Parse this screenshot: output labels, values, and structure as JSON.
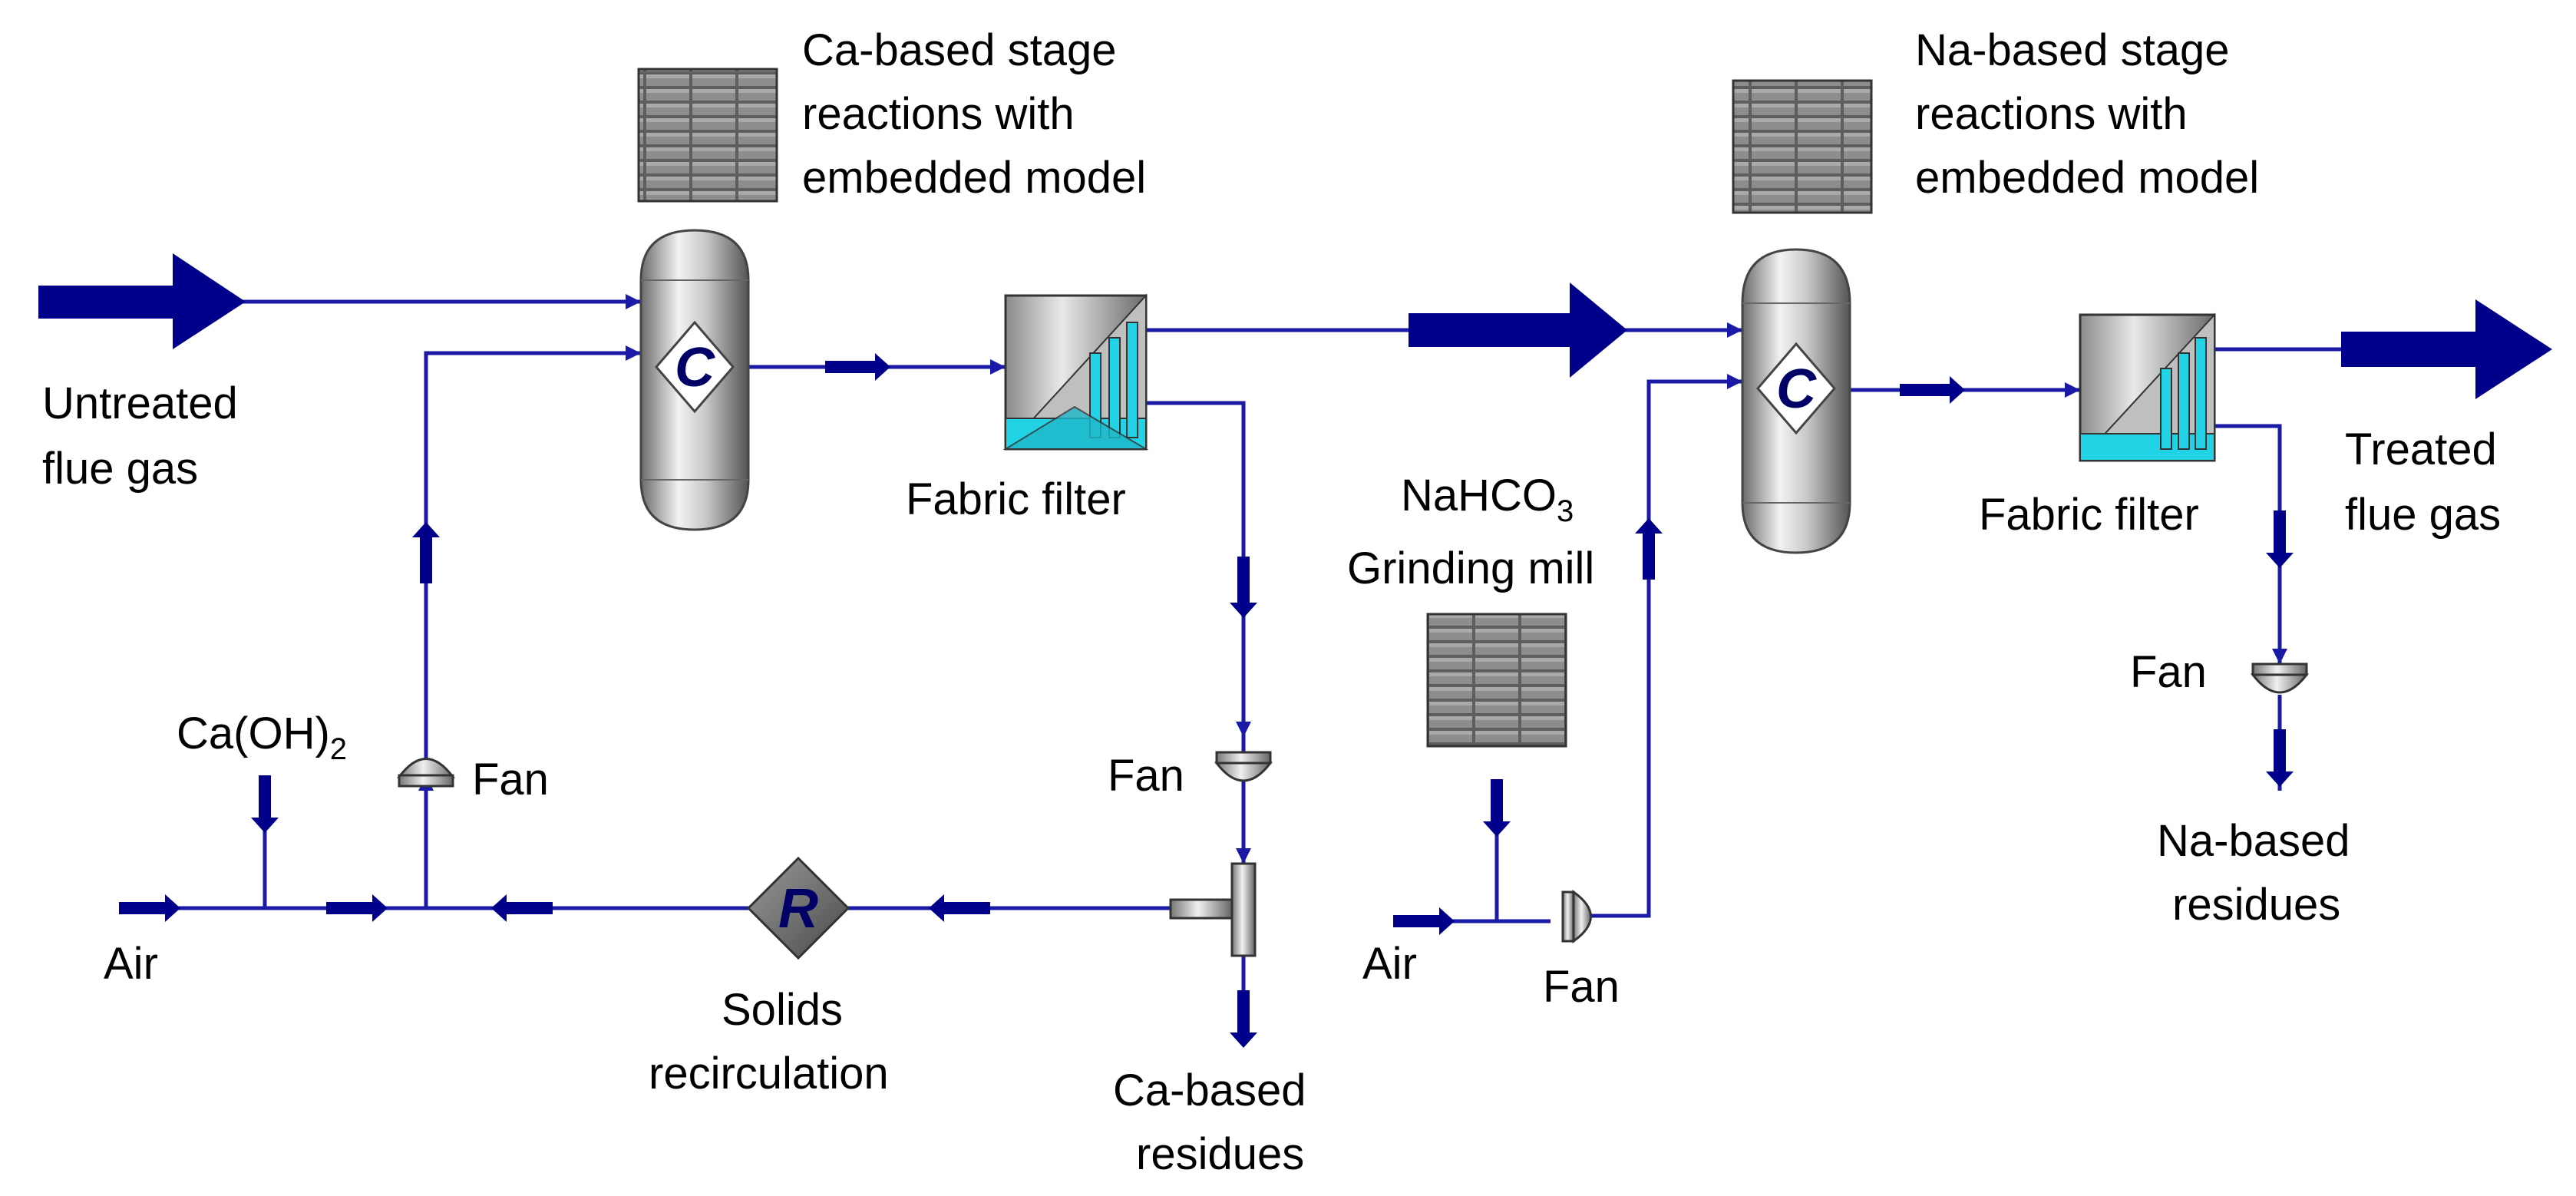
{
  "labels": {
    "ca_stage_title": [
      "Ca-based stage",
      "reactions with",
      "embedded model"
    ],
    "na_stage_title": [
      "Na-based stage",
      "reactions with",
      "embedded model"
    ],
    "untreated_flue_gas": [
      "Untreated",
      "flue gas"
    ],
    "treated_flue_gas": [
      "Treated",
      "flue gas"
    ],
    "fabric_filter_1": "Fabric filter",
    "fabric_filter_2": "Fabric filter",
    "nahco3": "NaHCO",
    "nahco3_subscript": "3",
    "grinding_mill": "Grinding mill",
    "caoh2": "Ca(OH)",
    "caoh2_subscript": "2",
    "fan_ca_feed": "Fan",
    "fan_ca_filter": "Fan",
    "fan_na_feed": "Fan",
    "fan_na_filter": "Fan",
    "air_1": "Air",
    "air_2": "Air",
    "solids_recirculation": [
      "Solids",
      "recirculation"
    ],
    "ca_residues": [
      "Ca-based",
      "residues"
    ],
    "na_residues": [
      "Na-based",
      "residues"
    ]
  },
  "block_marks": {
    "ca_reactor": "C",
    "na_reactor": "C",
    "recirculation": "R"
  },
  "colors": {
    "stream": "#00008B",
    "stream_thin": "#1A1AA6",
    "grid_block": "#6E6E6E",
    "filter_bag": "#22D3E6",
    "vessel": "#BDBDBD"
  }
}
